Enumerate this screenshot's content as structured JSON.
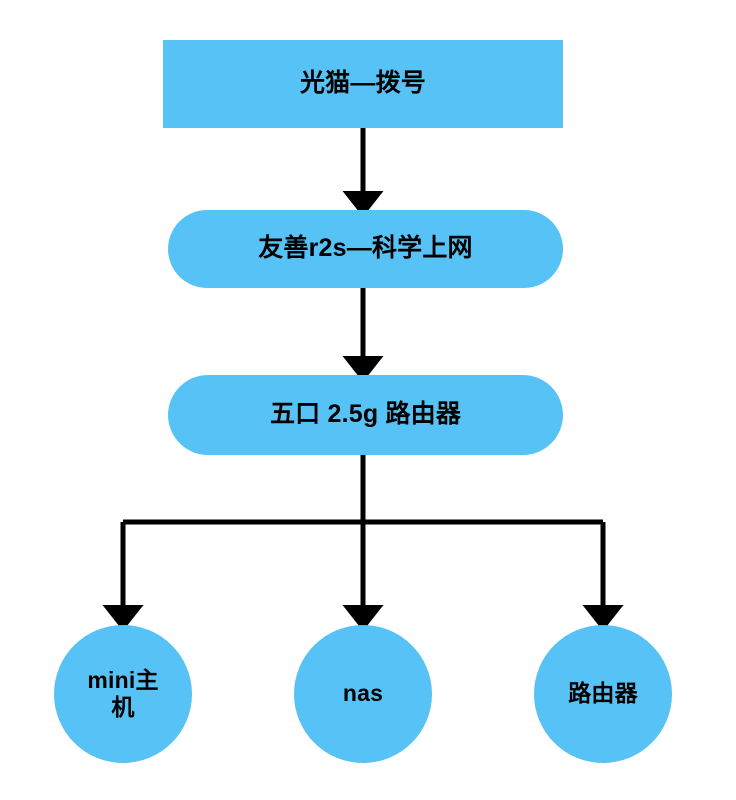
{
  "diagram": {
    "type": "flowchart",
    "direction": "top-to-bottom",
    "background_color": "#ffffff",
    "node_fill_color": "#57c2f5",
    "node_text_color": "#000000",
    "edge_color": "#000000",
    "edge_stroke_width": 5,
    "nodes": [
      {
        "id": "modem",
        "label": "光猫—拨号",
        "shape": "rectangle",
        "level": 1
      },
      {
        "id": "r2s",
        "label": "友善r2s—科学上网",
        "shape": "rounded-rectangle",
        "level": 2
      },
      {
        "id": "switch",
        "label": "五口 2.5g 路由器",
        "shape": "rounded-rectangle",
        "level": 3
      },
      {
        "id": "mini",
        "label": "mini主\n机",
        "shape": "circle",
        "level": 4
      },
      {
        "id": "nas",
        "label": "nas",
        "shape": "circle",
        "level": 4
      },
      {
        "id": "router",
        "label": "路由器",
        "shape": "circle",
        "level": 4
      }
    ],
    "edges": [
      {
        "from": "modem",
        "to": "r2s",
        "style": "straight-arrow"
      },
      {
        "from": "r2s",
        "to": "switch",
        "style": "straight-arrow"
      },
      {
        "from": "switch",
        "to": "mini",
        "style": "elbow-arrow"
      },
      {
        "from": "switch",
        "to": "nas",
        "style": "straight-arrow"
      },
      {
        "from": "switch",
        "to": "router",
        "style": "elbow-arrow"
      }
    ]
  }
}
